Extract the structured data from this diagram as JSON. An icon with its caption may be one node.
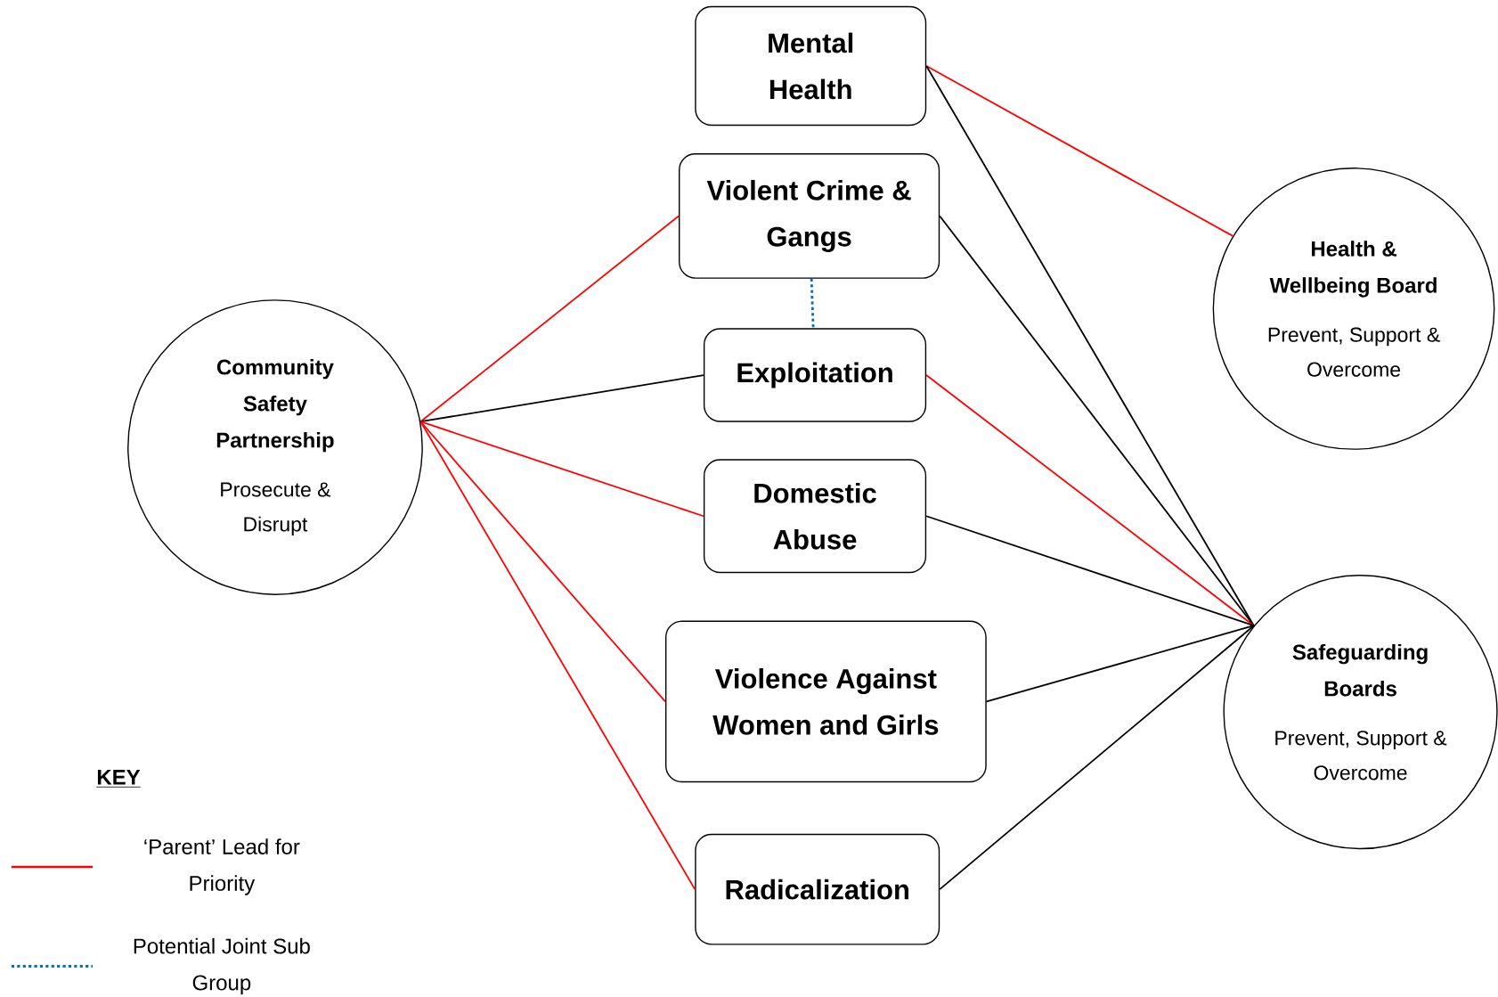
{
  "diagram": {
    "nodes": [
      {
        "text": [
          "Community Safety Partnership",
          "Prosecute & Disrupt"
        ]
      },
      {
        "text": [
          "Mental Health"
        ]
      },
      {
        "text": [
          "Violent Crime & Gangs"
        ]
      },
      {
        "text": [
          "Exploitation"
        ]
      },
      {
        "text": [
          "Domestic Abuse"
        ]
      },
      {
        "text": [
          "Violence Against Women and Girls"
        ]
      },
      {
        "text": [
          "Radicalization"
        ]
      },
      {
        "text": [
          "Health & Wellbeing Board",
          "Prevent, Support & Overcome"
        ]
      },
      {
        "text": [
          "Safeguarding Boards",
          "Prevent, Support & Overcome"
        ]
      }
    ],
    "edges": [
      {
        "from": 0,
        "to": 2,
        "arrow": "none",
        "color": "#ff0000"
      },
      {
        "from": 0,
        "to": 3,
        "arrow": "none",
        "color": "#000000"
      },
      {
        "from": 0,
        "to": 4,
        "arrow": "none",
        "color": "#ff0000"
      },
      {
        "from": 0,
        "to": 5,
        "arrow": "none",
        "color": "#ff0000"
      },
      {
        "from": 0,
        "to": 6,
        "arrow": "none",
        "color": "#ff0000"
      },
      {
        "from": 2,
        "to": 3,
        "arrow": "none",
        "style": "dashed",
        "color": "#0070c0"
      },
      {
        "from": 1,
        "to": 7,
        "arrow": "none",
        "color": "#ff0000"
      },
      {
        "from": 1,
        "to": 8,
        "arrow": "none",
        "color": "#000000"
      },
      {
        "from": 2,
        "to": 8,
        "arrow": "none",
        "color": "#000000"
      },
      {
        "from": 3,
        "to": 8,
        "arrow": "none",
        "color": "#ff0000"
      },
      {
        "from": 4,
        "to": 8,
        "arrow": "none",
        "color": "#000000"
      },
      {
        "from": 5,
        "to": 8,
        "arrow": "none",
        "color": "#000000"
      },
      {
        "from": 6,
        "to": 8,
        "arrow": "none",
        "color": "#000000"
      }
    ],
    "labels": [
      "KEY"
    ],
    "legend": [
      {
        "text": "‘Parent’ Lead for Priority"
      },
      {
        "text": "Potential Joint Sub Group"
      }
    ]
  }
}
